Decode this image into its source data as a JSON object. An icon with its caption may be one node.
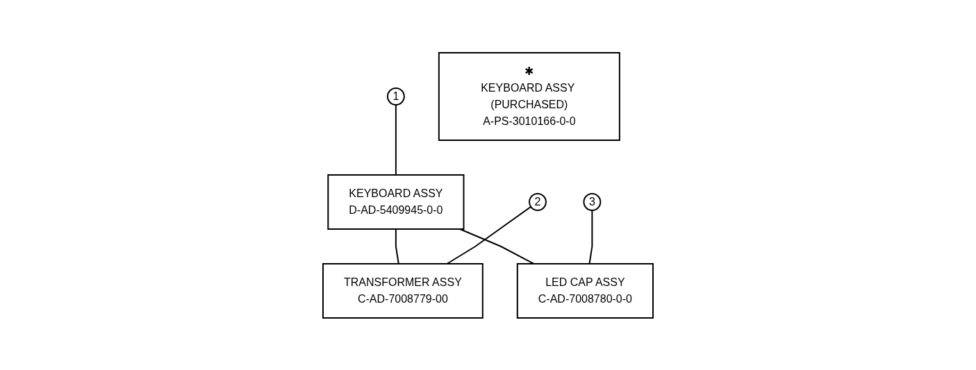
{
  "diagram": {
    "nodes": [
      {
        "text": [
          "1"
        ]
      },
      {
        "text": [
          "KEYBOARD ASSY",
          "D-AD-5409945-0-0"
        ]
      },
      {
        "text": [
          "✱",
          "KEYBOARD ASSY (PURCHASED)",
          "A-PS-3010166-0-0"
        ]
      },
      {
        "text": [
          "2"
        ]
      },
      {
        "text": [
          "TRANSFORMER ASSY",
          "C-AD-7008779-00"
        ]
      },
      {
        "text": [
          "3"
        ]
      },
      {
        "text": [
          "LED CAP ASSY",
          "C-AD-7008780-0-0"
        ]
      }
    ],
    "edges": [
      {
        "from": 0,
        "to": 1,
        "arrow": "none"
      },
      {
        "from": 1,
        "to": 4,
        "arrow": "none"
      },
      {
        "from": 1,
        "to": 6,
        "arrow": "none"
      },
      {
        "from": 3,
        "to": 4,
        "arrow": "none"
      },
      {
        "from": 5,
        "to": 6,
        "arrow": "none"
      }
    ]
  }
}
